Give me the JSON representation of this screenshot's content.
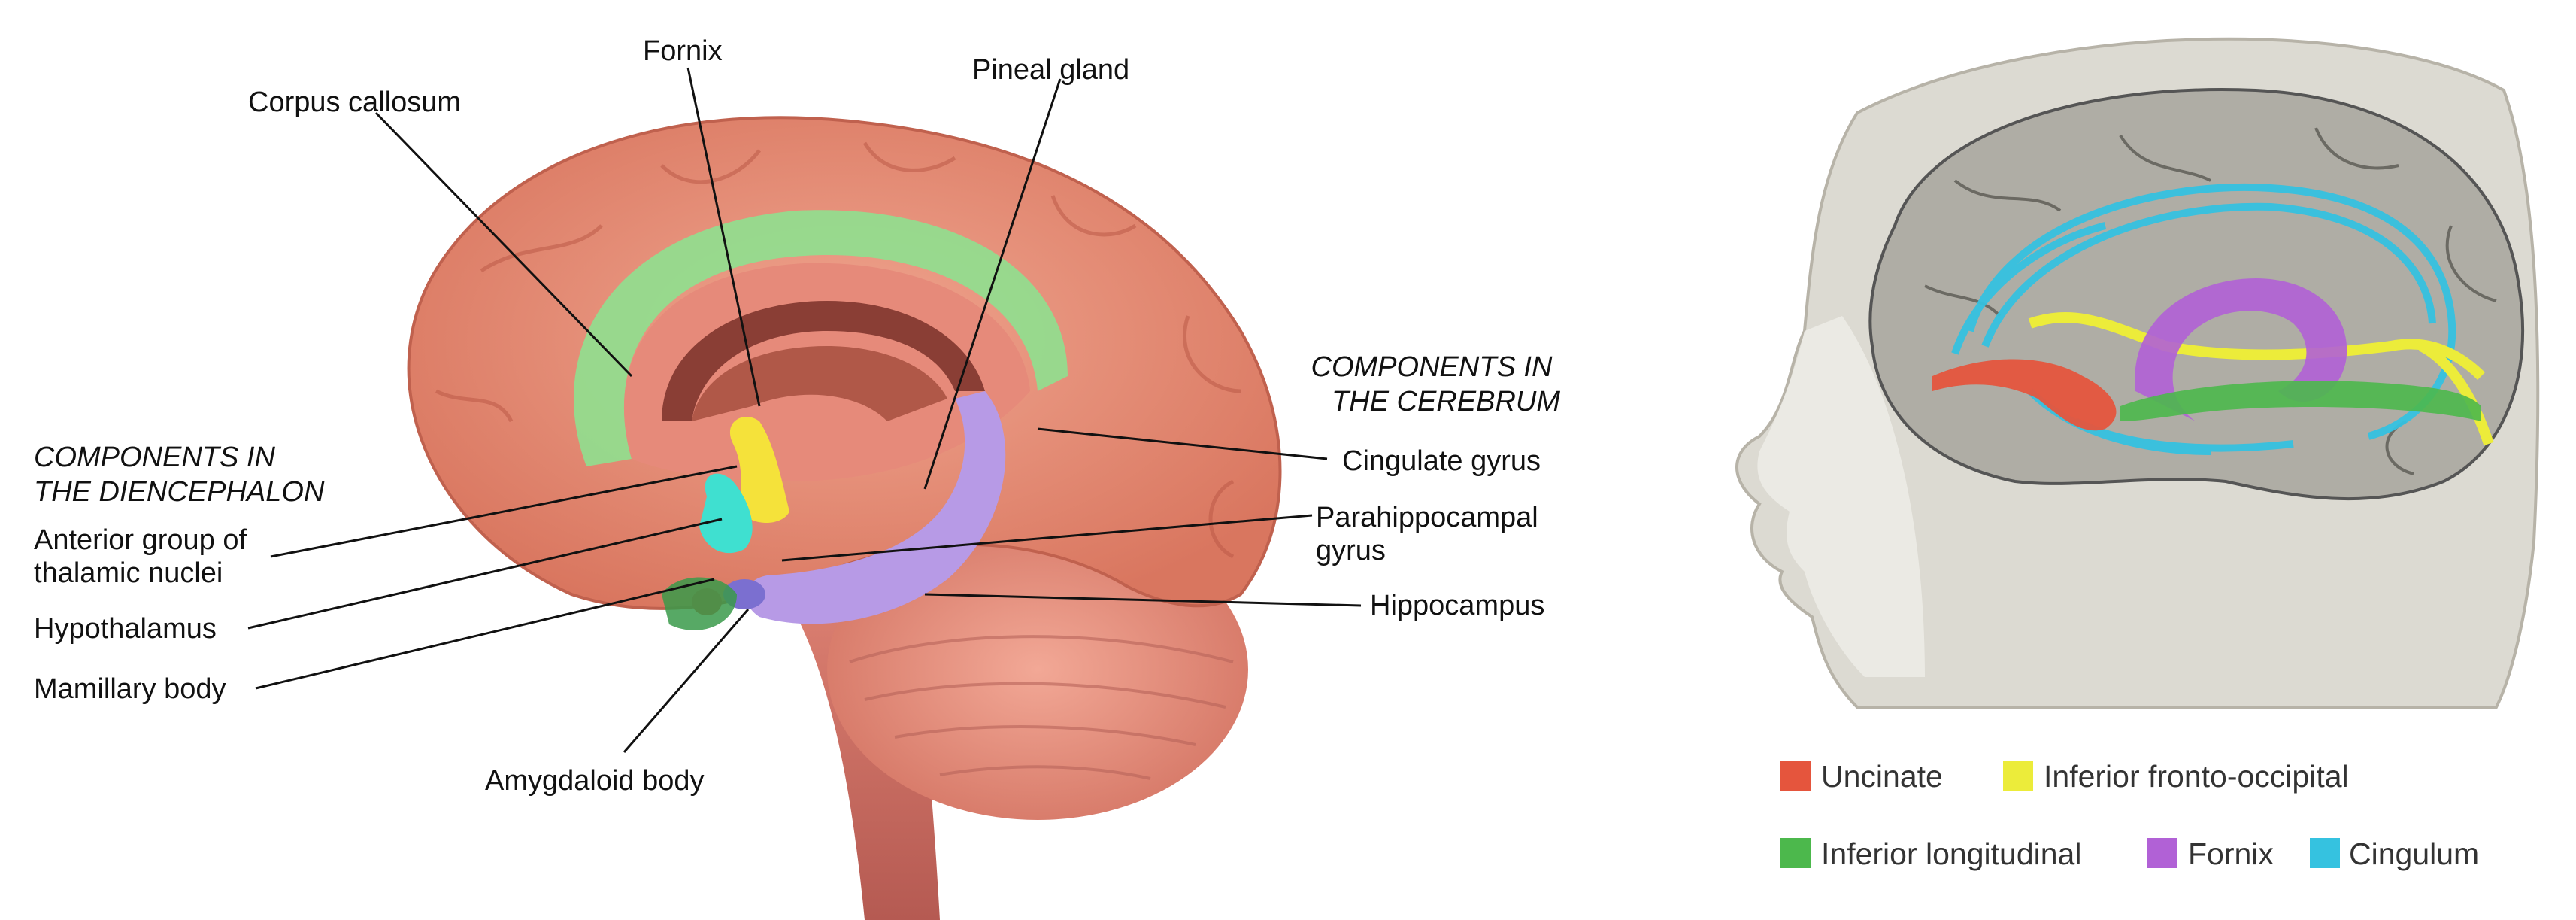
{
  "left_diagram": {
    "sections": {
      "cerebrum": [
        "COMPONENTS IN",
        "THE CEREBRUM"
      ],
      "diencephalon": [
        "COMPONENTS IN",
        "THE DIENCEPHALON"
      ]
    },
    "labels": {
      "corpus_callosum": [
        "Corpus callosum"
      ],
      "fornix": [
        "Fornix"
      ],
      "pineal_gland": [
        "Pineal gland"
      ],
      "cingulate_gyrus": [
        "Cingulate gyrus"
      ],
      "parahippocampal_gyrus": [
        "Parahippocampal",
        "gyrus"
      ],
      "hippocampus": [
        "Hippocampus"
      ],
      "anterior_thalamic": [
        "Anterior group of",
        "thalamic nuclei"
      ],
      "hypothalamus": [
        "Hypothalamus"
      ],
      "mamillary_body": [
        "Mamillary body"
      ],
      "amygdaloid_body": [
        "Amygdaloid body"
      ]
    },
    "colors": {
      "cortex": "#e8907a",
      "cingulate": "#8fe08f",
      "hippocampus": "#b79ae6",
      "thalamic": "#f5e23a",
      "hypothalamus": "#3fe0d0",
      "brainstem": "#d9776a"
    }
  },
  "right_diagram": {
    "legend": [
      {
        "label": "Uncinate",
        "color": "#e5553d"
      },
      {
        "label": "Inferior fronto-occipital",
        "color": "#ecec3a"
      },
      {
        "label": "Inferior longitudinal",
        "color": "#4cb84c"
      },
      {
        "label": "Fornix",
        "color": "#b161d6"
      },
      {
        "label": "Cingulum",
        "color": "#35c2e0"
      }
    ]
  }
}
